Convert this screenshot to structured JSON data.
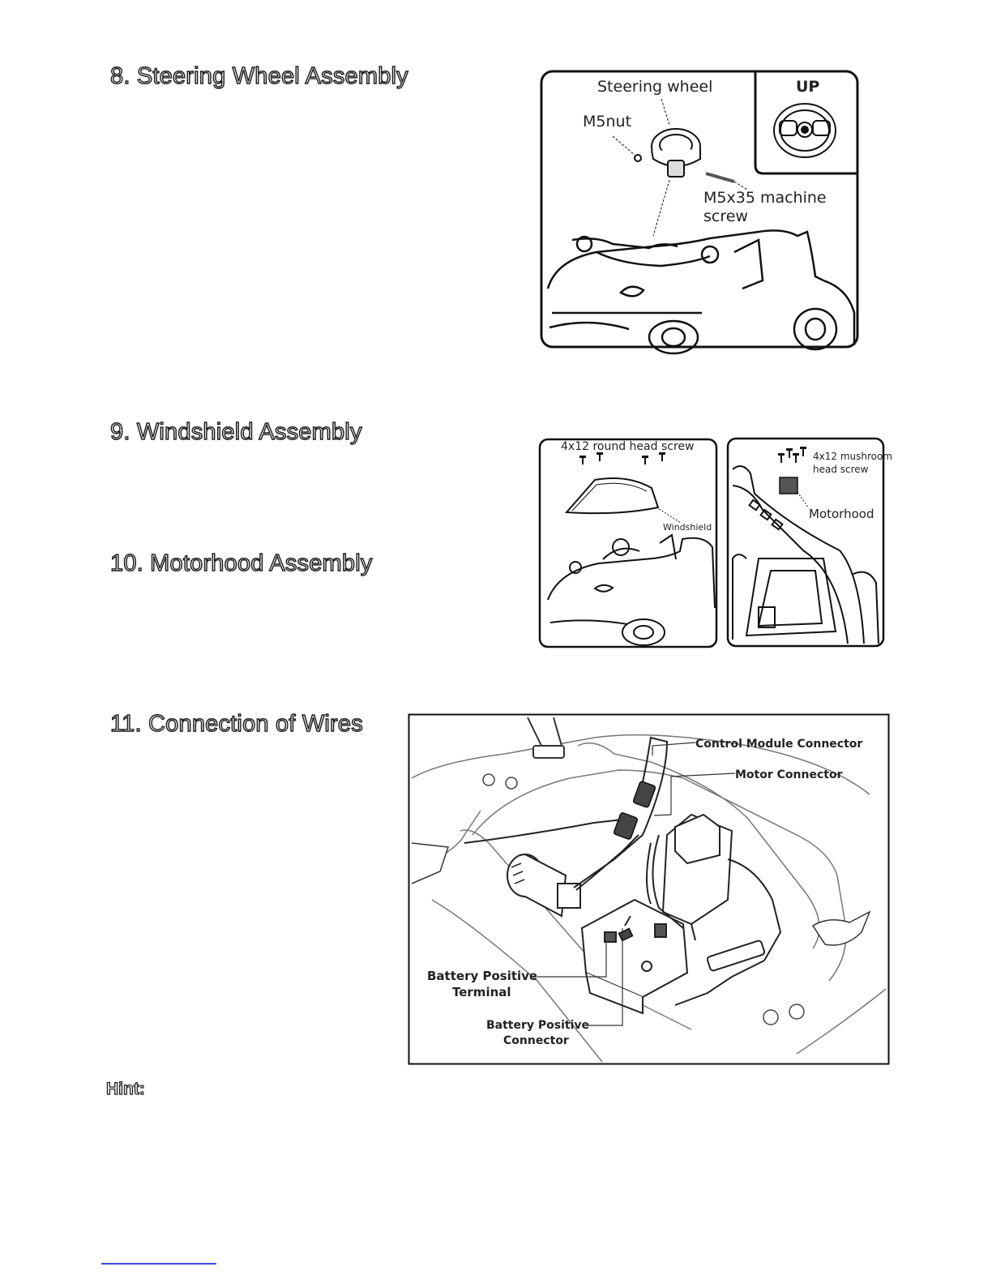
{
  "sections": {
    "s8": {
      "title": "8. Steering Wheel Assembly"
    },
    "s9": {
      "title": "9. Windshield Assembly"
    },
    "s10": {
      "title": "10. Motorhood  Assembly"
    },
    "s11": {
      "title": "11. Connection of Wires"
    }
  },
  "hint": {
    "label": "Hint:"
  },
  "fig_steering": {
    "steering_wheel": "Steering wheel",
    "up": "UP",
    "m5nut": "M5nut",
    "screw_line1": "M5x35 machine",
    "screw_line2": "screw"
  },
  "fig_windshield": {
    "screw": "4x12 round head screw",
    "windshield": "Windshield"
  },
  "fig_motorhood": {
    "screw_line1": "4x12 mushroom",
    "screw_line2": "head screw",
    "motorhood": "Motorhood"
  },
  "fig_wires": {
    "control_module": "Control Module Connector",
    "motor_connector": "Motor Connector",
    "battery_terminal_line1": "Battery Positive",
    "battery_terminal_line2": "Terminal",
    "battery_connector_line1": "Battery Positive",
    "battery_connector_line2": "Connector"
  }
}
